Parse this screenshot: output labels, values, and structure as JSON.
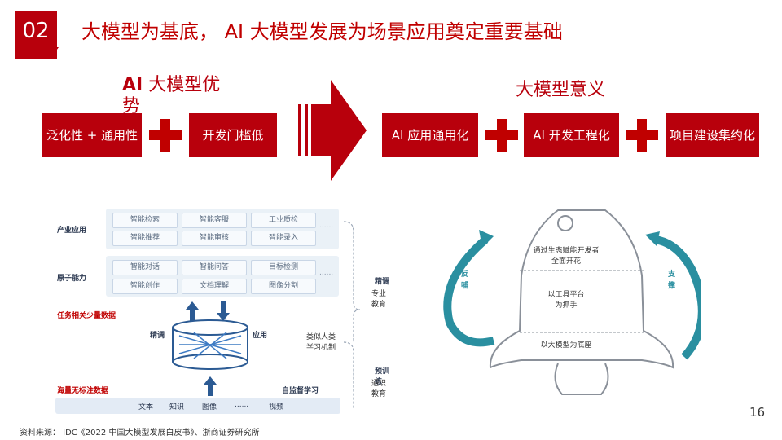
{
  "slide": {
    "number": "02",
    "title": "大模型为基底， AI 大模型发展为场景应用奠定重要基础",
    "page_number": "16",
    "source": "资料来源： IDC《2022 中国大模型发展白皮书》、浙商证券研究所"
  },
  "left_section": {
    "heading_bold": "AI",
    "heading_rest": " 大模型优势",
    "boxes": [
      "泛化性 + 通用性",
      "开发门槛低"
    ]
  },
  "right_section": {
    "heading": "大模型意义",
    "boxes": [
      "AI 应用通用化",
      "AI 开发工程化",
      "项目建设集约化"
    ]
  },
  "diagram": {
    "rows": [
      {
        "label": "产业应用",
        "pills": [
          "智能检索",
          "智能客服",
          "工业质检",
          "智能推荐",
          "智能审核",
          "智能录入"
        ]
      },
      {
        "label": "原子能力",
        "pills": [
          "智能对话",
          "智能问答",
          "目标检测",
          "智能创作",
          "文档理解",
          "图像分割"
        ]
      }
    ],
    "ellipsis": "......",
    "task_data": "任务相关少量数据",
    "finetune": "精调",
    "apply": "应用",
    "massive_data": "海量无标注数据",
    "self_supervised": "自监督学习",
    "inputs": [
      "文本",
      "知识",
      "图像",
      "......",
      "视频"
    ],
    "side_fine": "精调",
    "side_fine_sub": "专业教育",
    "side_human": "类似人类\n学习机制",
    "side_pretrain": "预训练",
    "side_pretrain_sub": "通识教育"
  },
  "rocket": {
    "left_label": "反\n哺",
    "right_label": "支\n撑",
    "top_text": "通过生态赋能开发者\n全面开花",
    "mid_text": "以工具平台\n为抓手",
    "bottom_text": "以大模型为底座"
  },
  "colors": {
    "primary_red": "#b8000c",
    "teal": "#2a8fa0"
  }
}
